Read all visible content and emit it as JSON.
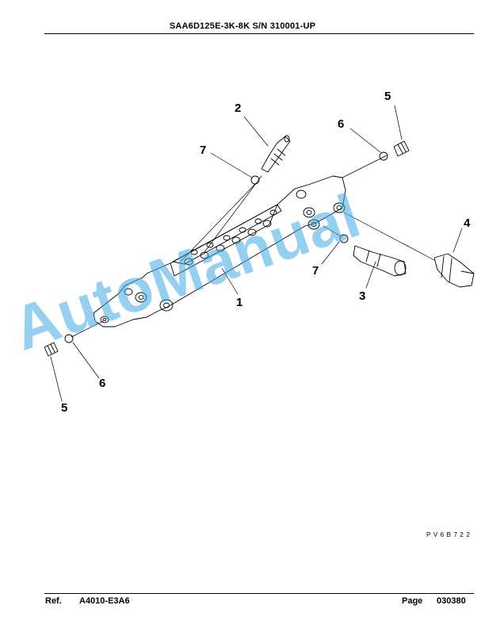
{
  "header": {
    "title": "SAA6D125E-3K-8K S/N 310001-UP"
  },
  "callouts": {
    "c1": "1",
    "c2": "2",
    "c3": "3",
    "c4": "4",
    "c5a": "5",
    "c5b": "5",
    "c6a": "6",
    "c6b": "6",
    "c7a": "7",
    "c7b": "7"
  },
  "drawing_code": "PV6B722",
  "watermark": "AutoManual",
  "footer": {
    "ref_label": "Ref.",
    "ref_value": "A4010-E3A6",
    "page_label": "Page",
    "page_value": "030380"
  },
  "colors": {
    "watermark": "#40AAE6",
    "ink": "#000000"
  }
}
